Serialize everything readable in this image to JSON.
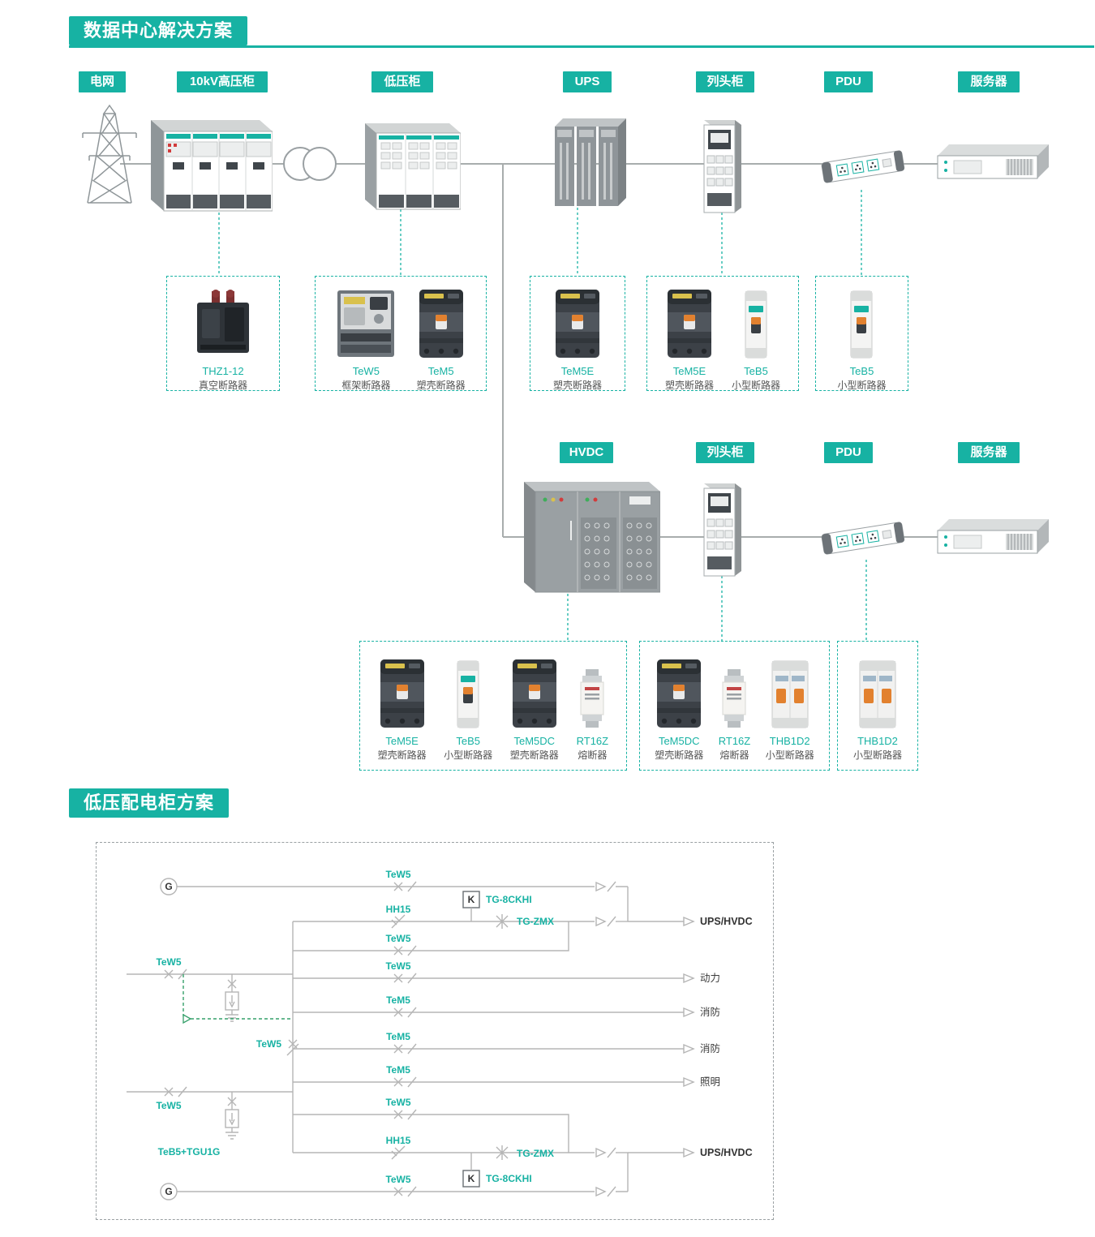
{
  "accent": "#17b2a3",
  "section1": {
    "title": "数据中心解决方案"
  },
  "section2": {
    "title": "低压配电柜方案"
  },
  "row1_labels": [
    "电网",
    "10kV高压柜",
    "低压柜",
    "UPS",
    "列头柜",
    "PDU",
    "服务器"
  ],
  "row2_labels": [
    "HVDC",
    "列头柜",
    "PDU",
    "服务器"
  ],
  "groups1": [
    {
      "items": [
        {
          "model": "THZ1-12",
          "type": "真空断路器"
        }
      ]
    },
    {
      "items": [
        {
          "model": "TeW5",
          "type": "框架断路器"
        },
        {
          "model": "TeM5",
          "type": "塑壳断路器"
        }
      ]
    },
    {
      "items": [
        {
          "model": "TeM5E",
          "type": "塑壳断路器"
        }
      ]
    },
    {
      "items": [
        {
          "model": "TeM5E",
          "type": "塑壳断路器"
        },
        {
          "model": "TeB5",
          "type": "小型断路器"
        }
      ]
    },
    {
      "items": [
        {
          "model": "TeB5",
          "type": "小型断路器"
        }
      ]
    }
  ],
  "groups2": [
    {
      "items": [
        {
          "model": "TeM5E",
          "type": "塑壳断路器"
        },
        {
          "model": "TeB5",
          "type": "小型断路器"
        },
        {
          "model": "TeM5DC",
          "type": "塑壳断路器"
        },
        {
          "model": "RT16Z",
          "type": "熔断器"
        }
      ]
    },
    {
      "items": [
        {
          "model": "TeM5DC",
          "type": "塑壳断路器"
        },
        {
          "model": "RT16Z",
          "type": "熔断器"
        },
        {
          "model": "THB1D2",
          "type": "小型断路器"
        }
      ]
    },
    {
      "items": [
        {
          "model": "THB1D2",
          "type": "小型断路器"
        }
      ]
    }
  ],
  "schematic": {
    "gen_top": "G",
    "gen_bottom": "G",
    "k_top": "K",
    "k_bottom": "K",
    "labels": {
      "top_gen_breaker": "TeW5",
      "top_fuse": "HH15",
      "top_relay": "TG-8CKHI",
      "top_spd": "TG-ZMX",
      "top_bus_breaker": "TeW5",
      "incoming1": "TeW5",
      "incoming2": "TeW5",
      "tie_breaker": "TeW5",
      "feeder_power": "TeW5",
      "feeder_fire1": "TeM5",
      "feeder_fire2": "TeM5",
      "feeder_lighting": "TeM5",
      "bottom_bus_breaker": "TeW5",
      "bottom_fuse": "HH15",
      "bottom_relay": "TG-8CKHI",
      "bottom_spd": "TG-ZMX",
      "bottom_gen_breaker": "TeW5",
      "surge_protector": "TeB5+TGU1G"
    },
    "outputs": {
      "top": "UPS/HVDC",
      "power": "动力",
      "fire1": "消防",
      "fire2": "消防",
      "lighting": "照明",
      "bottom": "UPS/HVDC"
    }
  }
}
